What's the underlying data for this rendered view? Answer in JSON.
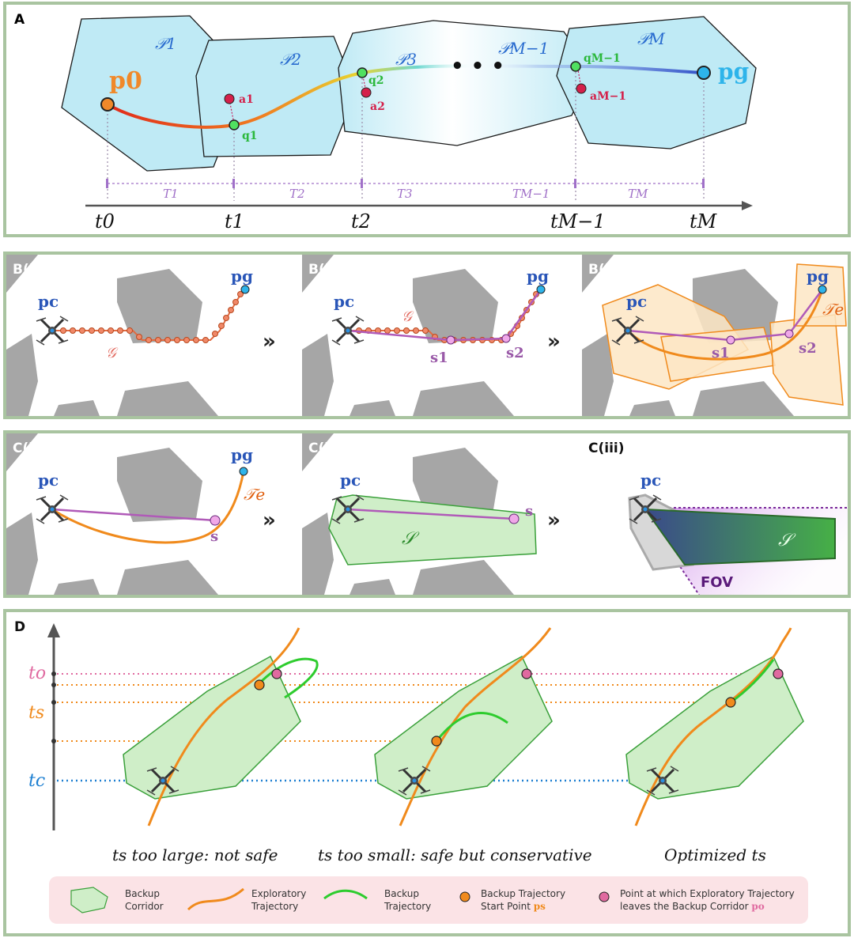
{
  "panel_a": {
    "label": "A",
    "polytopes": [
      "𝒫1",
      "𝒫2",
      "𝒫3",
      "𝒫M−1",
      "𝒫M"
    ],
    "start_point": "p0",
    "goal_point": "pg",
    "intermediate_points": [
      "q1",
      "q2",
      "qM−1"
    ],
    "anchor_points": [
      "a1",
      "a2",
      "aM−1"
    ],
    "ellipsis": "• • •",
    "durations": [
      "T1",
      "T2",
      "T3",
      "TM−1",
      "TM"
    ],
    "times": [
      "t0",
      "t1",
      "t2",
      "tM−1",
      "tM"
    ]
  },
  "panel_b": {
    "labels": [
      "B(i)",
      "B(ii)",
      "B(iii)"
    ],
    "start_label": "pc",
    "goal_label": "pg",
    "path_label": "𝒢",
    "split_points": [
      "s1",
      "s2"
    ],
    "traj_label": "𝒯e"
  },
  "panel_c": {
    "labels": [
      "C(i)",
      "C(ii)",
      "C(iii)"
    ],
    "start_label": "pc",
    "goal_label": "pg",
    "traj_label": "𝒯e",
    "point_label": "s",
    "corridor_label": "𝒮",
    "fov_label": "FOV"
  },
  "panel_d": {
    "label": "D",
    "axis_labels": [
      "to",
      "ts",
      "tc"
    ],
    "captions": [
      "ts too large: not safe",
      "ts too small: safe but conservative",
      "Optimized ts"
    ]
  },
  "legend": {
    "items": [
      "Backup Corridor",
      "Exploratory Trajectory",
      "Backup Trajectory",
      "Backup Trajectory Start Point ps",
      "Point at which Exploratory Trajectory leaves the Backup Corridor po"
    ]
  },
  "colors": {
    "panel_border": "#a9c4a0",
    "polytope_fill": "#bfeaf5",
    "obstacle": "#a6a6a6",
    "orange": "#f08a1c",
    "purple": "#b05ab8",
    "green_fill": "#cfeec8",
    "backup_green": "#2ecc2e",
    "pink": "#e06aa0",
    "blue": "#1d7fd1",
    "legend_bg": "#fbe3e6"
  }
}
